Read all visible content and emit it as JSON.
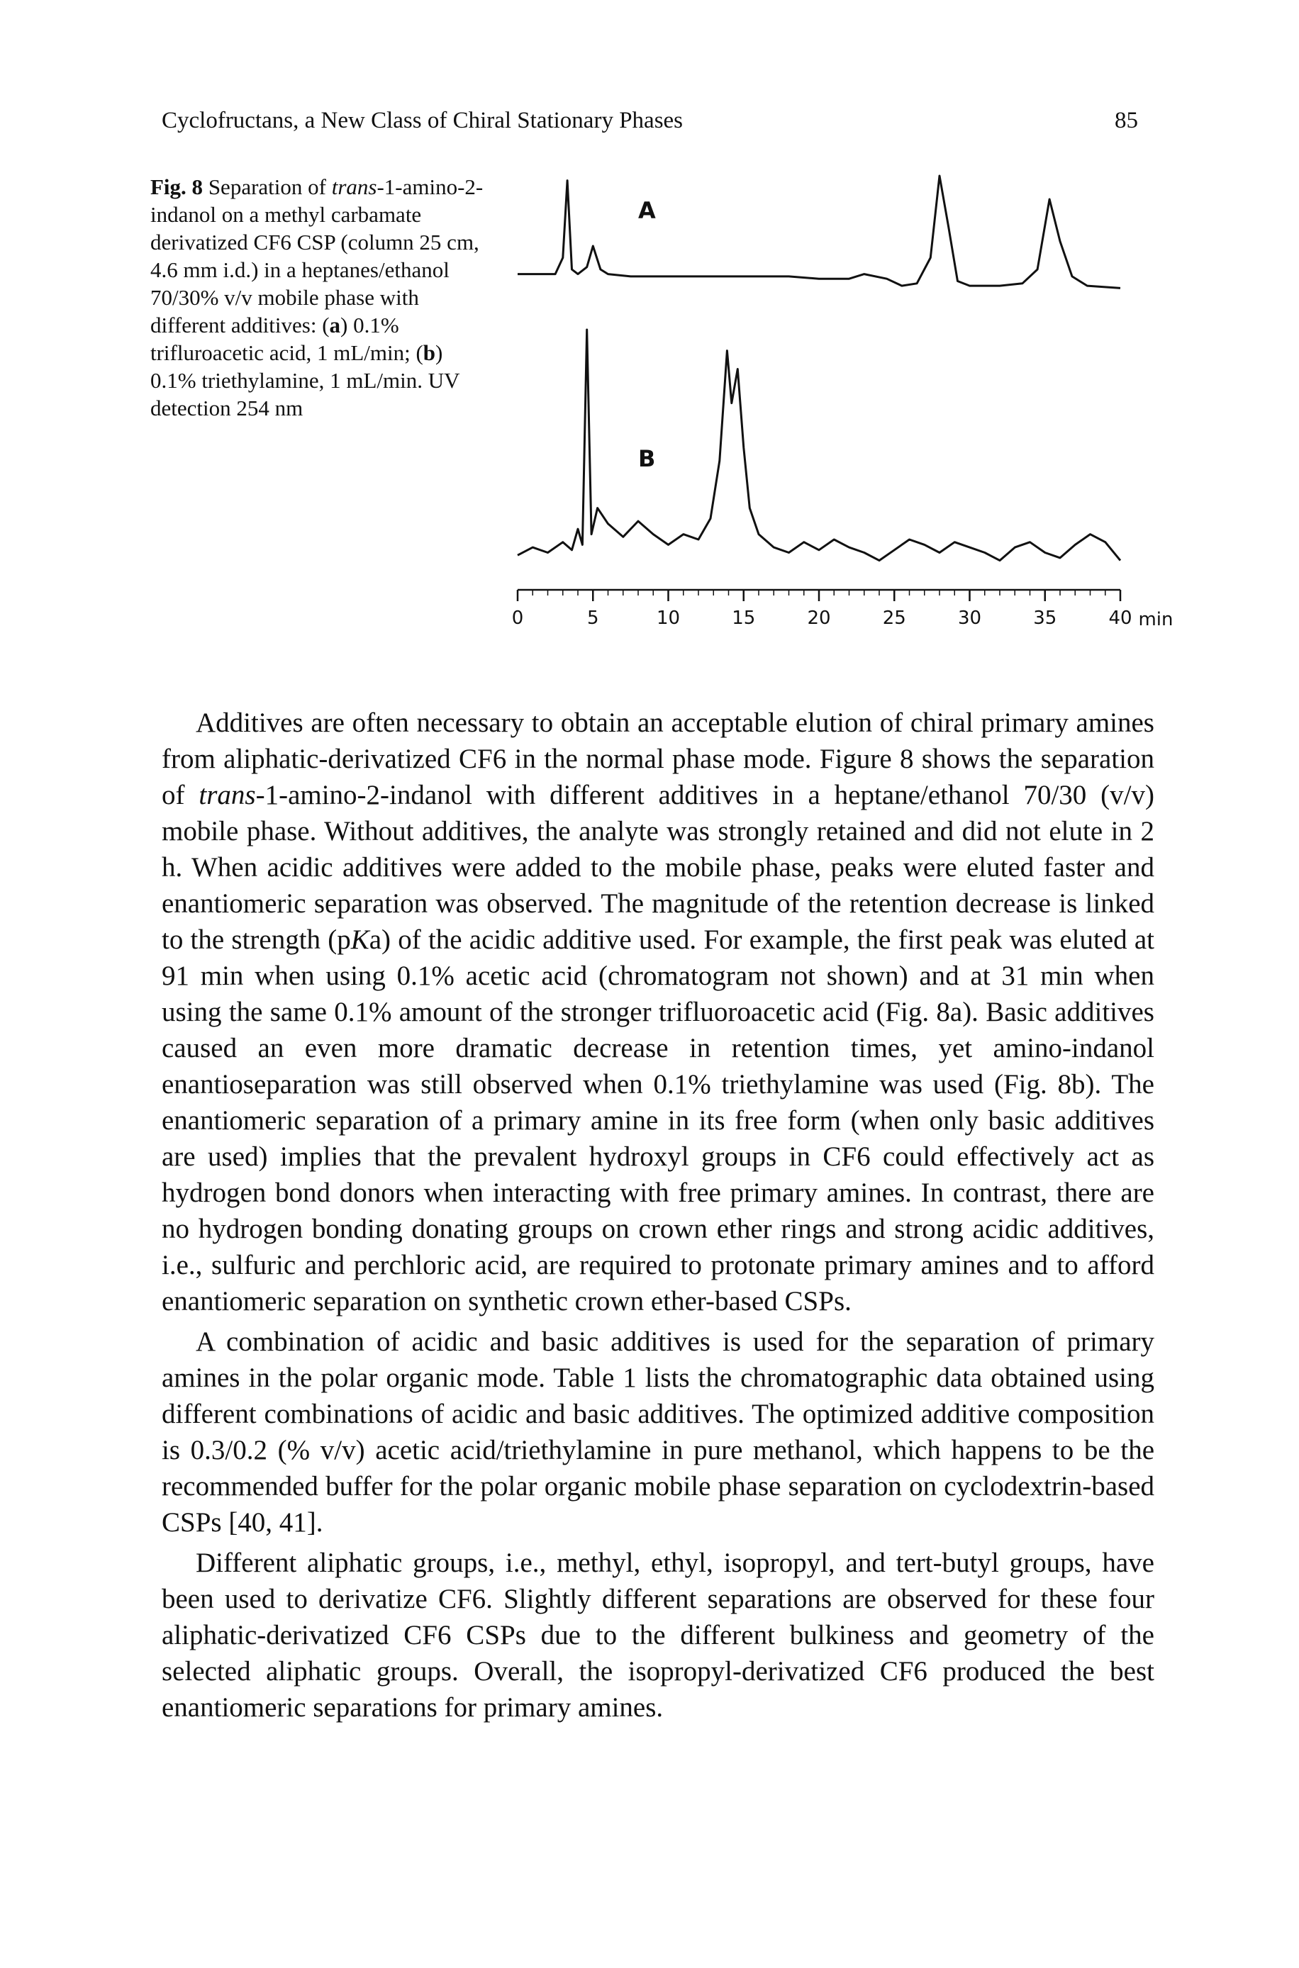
{
  "header": {
    "title": "Cyclofructans, a New Class of Chiral Stationary Phases",
    "page_number": "85"
  },
  "figure": {
    "label": "Fig. 8",
    "caption_pre": "Separation of",
    "caption_italic": "trans",
    "caption_rest": "-1-amino-2-indanol on a methyl carbamate derivatized CF6 CSP (column 25 cm, 4.6 mm i.d.) in a heptanes/ethanol 70/30% v/v mobile phase with different additives: (",
    "caption_a": "a",
    "caption_mid": ") 0.1% trifluroacetic acid, 1 mL/min; (",
    "caption_b": "b",
    "caption_end": ") 0.1% triethylamine, 1 mL/min. UV detection 254 nm"
  },
  "chart_data": {
    "type": "line",
    "xlabel": "min",
    "xlim": [
      0,
      40
    ],
    "x_ticks": [
      "0",
      "5",
      "10",
      "15",
      "20",
      "25",
      "30",
      "35",
      "40"
    ],
    "series": [
      {
        "name": "A",
        "x": [
          0,
          1.5,
          2.5,
          3.0,
          3.3,
          3.6,
          4.0,
          4.6,
          5.0,
          5.5,
          6.0,
          7.5,
          10,
          14,
          18,
          20,
          22,
          23,
          24.5,
          25.5,
          26.5,
          27.4,
          28.0,
          28.6,
          29.2,
          30,
          32,
          33.5,
          34.5,
          35.3,
          36.0,
          36.8,
          37.8,
          40
        ],
        "y": [
          0.58,
          0.58,
          0.58,
          0.65,
          0.98,
          0.6,
          0.58,
          0.61,
          0.7,
          0.6,
          0.58,
          0.57,
          0.57,
          0.57,
          0.57,
          0.56,
          0.56,
          0.58,
          0.56,
          0.53,
          0.54,
          0.65,
          1.0,
          0.78,
          0.55,
          0.53,
          0.53,
          0.54,
          0.6,
          0.9,
          0.72,
          0.57,
          0.53,
          0.52
        ]
      },
      {
        "name": "B",
        "x": [
          0,
          1.0,
          2.0,
          3.0,
          3.6,
          4.0,
          4.3,
          4.6,
          4.9,
          5.3,
          6.0,
          7.0,
          8.0,
          9.0,
          10.0,
          11.0,
          12.0,
          12.8,
          13.4,
          13.9,
          14.2,
          14.6,
          15.0,
          15.4,
          16.0,
          17.0,
          18.0,
          19.0,
          20.0,
          21.0,
          22.0,
          23.0,
          24.0,
          25.0,
          26.0,
          27.0,
          28.0,
          29.0,
          30.0,
          31.0,
          32.0,
          33.0,
          34.0,
          35.0,
          36.0,
          37.0,
          38.0,
          39.0,
          40.0
        ],
        "y": [
          0.04,
          0.07,
          0.05,
          0.09,
          0.06,
          0.14,
          0.08,
          0.9,
          0.12,
          0.22,
          0.16,
          0.11,
          0.17,
          0.12,
          0.08,
          0.12,
          0.1,
          0.18,
          0.4,
          0.82,
          0.62,
          0.75,
          0.45,
          0.22,
          0.12,
          0.07,
          0.05,
          0.09,
          0.06,
          0.1,
          0.07,
          0.05,
          0.02,
          0.06,
          0.1,
          0.08,
          0.05,
          0.09,
          0.07,
          0.05,
          0.02,
          0.07,
          0.09,
          0.05,
          0.03,
          0.08,
          0.12,
          0.09,
          0.02
        ]
      }
    ]
  },
  "paragraphs": [
    {
      "pre": "Additives are often necessary to obtain an acceptable elution of chiral primary amines from aliphatic-derivatized CF6 in the normal phase mode. Figure 8 shows the separation of ",
      "italic": "trans",
      "post": "-1-amino-2-indanol with different additives in a heptane/ethanol 70/30 (v/v) mobile phase. Without additives, the analyte was strongly retained and did not elute in 2 h. When acidic additives were added to the mobile phase, peaks were eluted faster and enantiomeric separation was observed. The magnitude of the retention decrease is linked to the strength (p",
      "italic2": "K",
      "post2": "a) of the acidic additive used. For example, the first peak was eluted at 91 min when using 0.1% acetic acid (chromatogram not shown) and at 31 min when using the same 0.1% amount of the stronger trifluoroacetic acid (Fig. 8a). Basic additives caused an even more dramatic decrease in retention times, yet amino-indanol enantioseparation was still observed when 0.1% triethylamine was used (Fig. 8b). The enantiomeric separation of a primary amine in its free form (when only basic additives are used) implies that the prevalent hydroxyl groups in CF6 could effectively act as hydrogen bond donors when interacting with free primary amines. In contrast, there are no hydrogen bonding donating groups on crown ether rings and strong acidic additives, i.e., sulfuric and perchloric acid, are required to protonate primary amines and to afford enantiomeric separation on synthetic crown ether-based CSPs."
    },
    {
      "text": "A combination of acidic and basic additives is used for the separation of primary amines in the polar organic mode. Table 1 lists the chromatographic data obtained using different combinations of acidic and basic additives. The optimized additive composition is 0.3/0.2 (% v/v) acetic acid/triethylamine in pure methanol, which happens to be the recommended buffer for the polar organic mobile phase separation on cyclodextrin-based CSPs [40, 41]."
    },
    {
      "text": "Different aliphatic groups, i.e., methyl, ethyl, isopropyl, and tert-butyl groups, have been used to derivatize CF6. Slightly different separations are observed for these four aliphatic-derivatized CF6 CSPs due to the different bulkiness and geometry of the selected aliphatic groups. Overall, the isopropyl-derivatized CF6 produced the best enantiomeric separations for primary amines."
    }
  ],
  "colors": {
    "ink": "#111111",
    "paper": "#ffffff"
  }
}
